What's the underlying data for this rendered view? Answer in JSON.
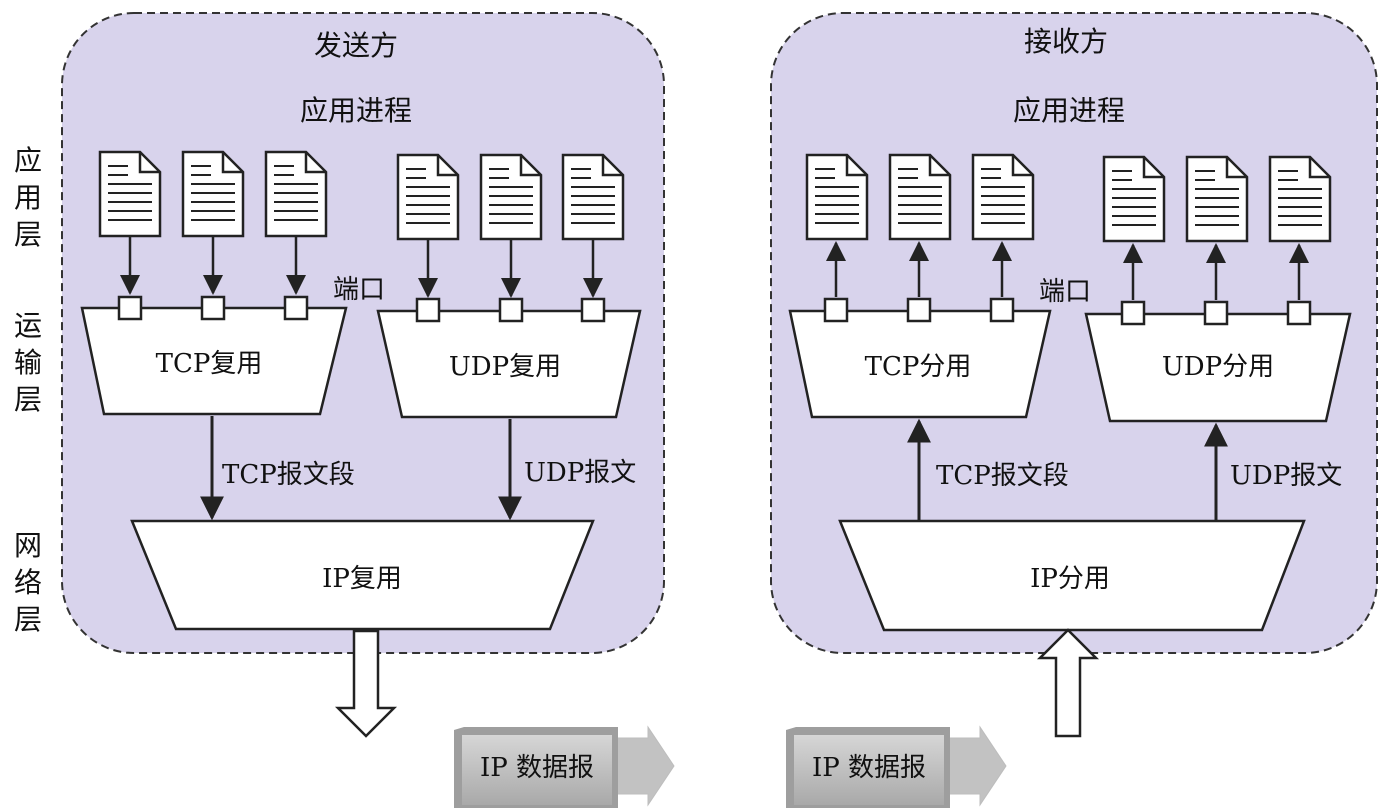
{
  "sender": {
    "title": "发送方",
    "app_process": "应用进程",
    "tcp_box": "TCP复用",
    "udp_box": "UDP复用",
    "tcp_segment": "TCP报文段",
    "udp_datagram": "UDP报文",
    "ip_box": "IP复用",
    "port_label": "端口"
  },
  "receiver": {
    "title": "接收方",
    "app_process": "应用进程",
    "tcp_box": "TCP分用",
    "udp_box": "UDP分用",
    "tcp_segment": "TCP报文段",
    "udp_datagram": "UDP报文",
    "ip_box": "IP分用",
    "port_label": "端口"
  },
  "layers": {
    "application": [
      "应",
      "用",
      "层"
    ],
    "transport": [
      "运",
      "输",
      "层"
    ],
    "network": [
      "网",
      "络",
      "层"
    ]
  },
  "packets": [
    {
      "label": "IP 数据报"
    },
    {
      "label": "IP 数据报"
    }
  ],
  "colors": {
    "panel_fill": "#d8d3ec",
    "panel_border": "#333333",
    "packet_fill": "#b5b5b5"
  }
}
